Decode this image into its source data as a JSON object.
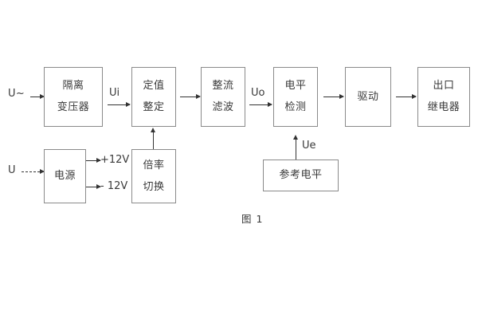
{
  "figure": {
    "caption": "图 1",
    "colors": {
      "box_border": "#8a8a8a",
      "line": "#333333",
      "text": "#3a3a3a",
      "background": "#ffffff"
    }
  },
  "signal_chain": {
    "input_label": "U~",
    "blocks": [
      {
        "id": "isolation-transformer",
        "line1": "隔离",
        "line2": "变压器"
      },
      {
        "id": "setting-value",
        "line1": "定值",
        "line2": "整定"
      },
      {
        "id": "rectify-filter",
        "line1": "整流",
        "line2": "滤波"
      },
      {
        "id": "level-detect",
        "line1": "电平",
        "line2": "检测"
      },
      {
        "id": "drive",
        "line1": "驱动",
        "line2": ""
      },
      {
        "id": "output-relay",
        "line1": "出口",
        "line2": "继电器"
      }
    ],
    "signals": {
      "ui": "Ui",
      "uo": "Uo",
      "ue": "Ue"
    }
  },
  "power_section": {
    "input_label": "U",
    "supply": {
      "id": "power-supply",
      "line1": "电源",
      "line2": ""
    },
    "rails": [
      {
        "id": "rail-positive",
        "label": "+12V"
      },
      {
        "id": "rail-negative",
        "label": "- 12V"
      }
    ],
    "multiplier": {
      "id": "multiplier-switch",
      "line1": "倍率",
      "line2": "切换"
    }
  },
  "reference_section": {
    "block": {
      "id": "reference-level",
      "line1": "参考电平",
      "line2": ""
    }
  }
}
